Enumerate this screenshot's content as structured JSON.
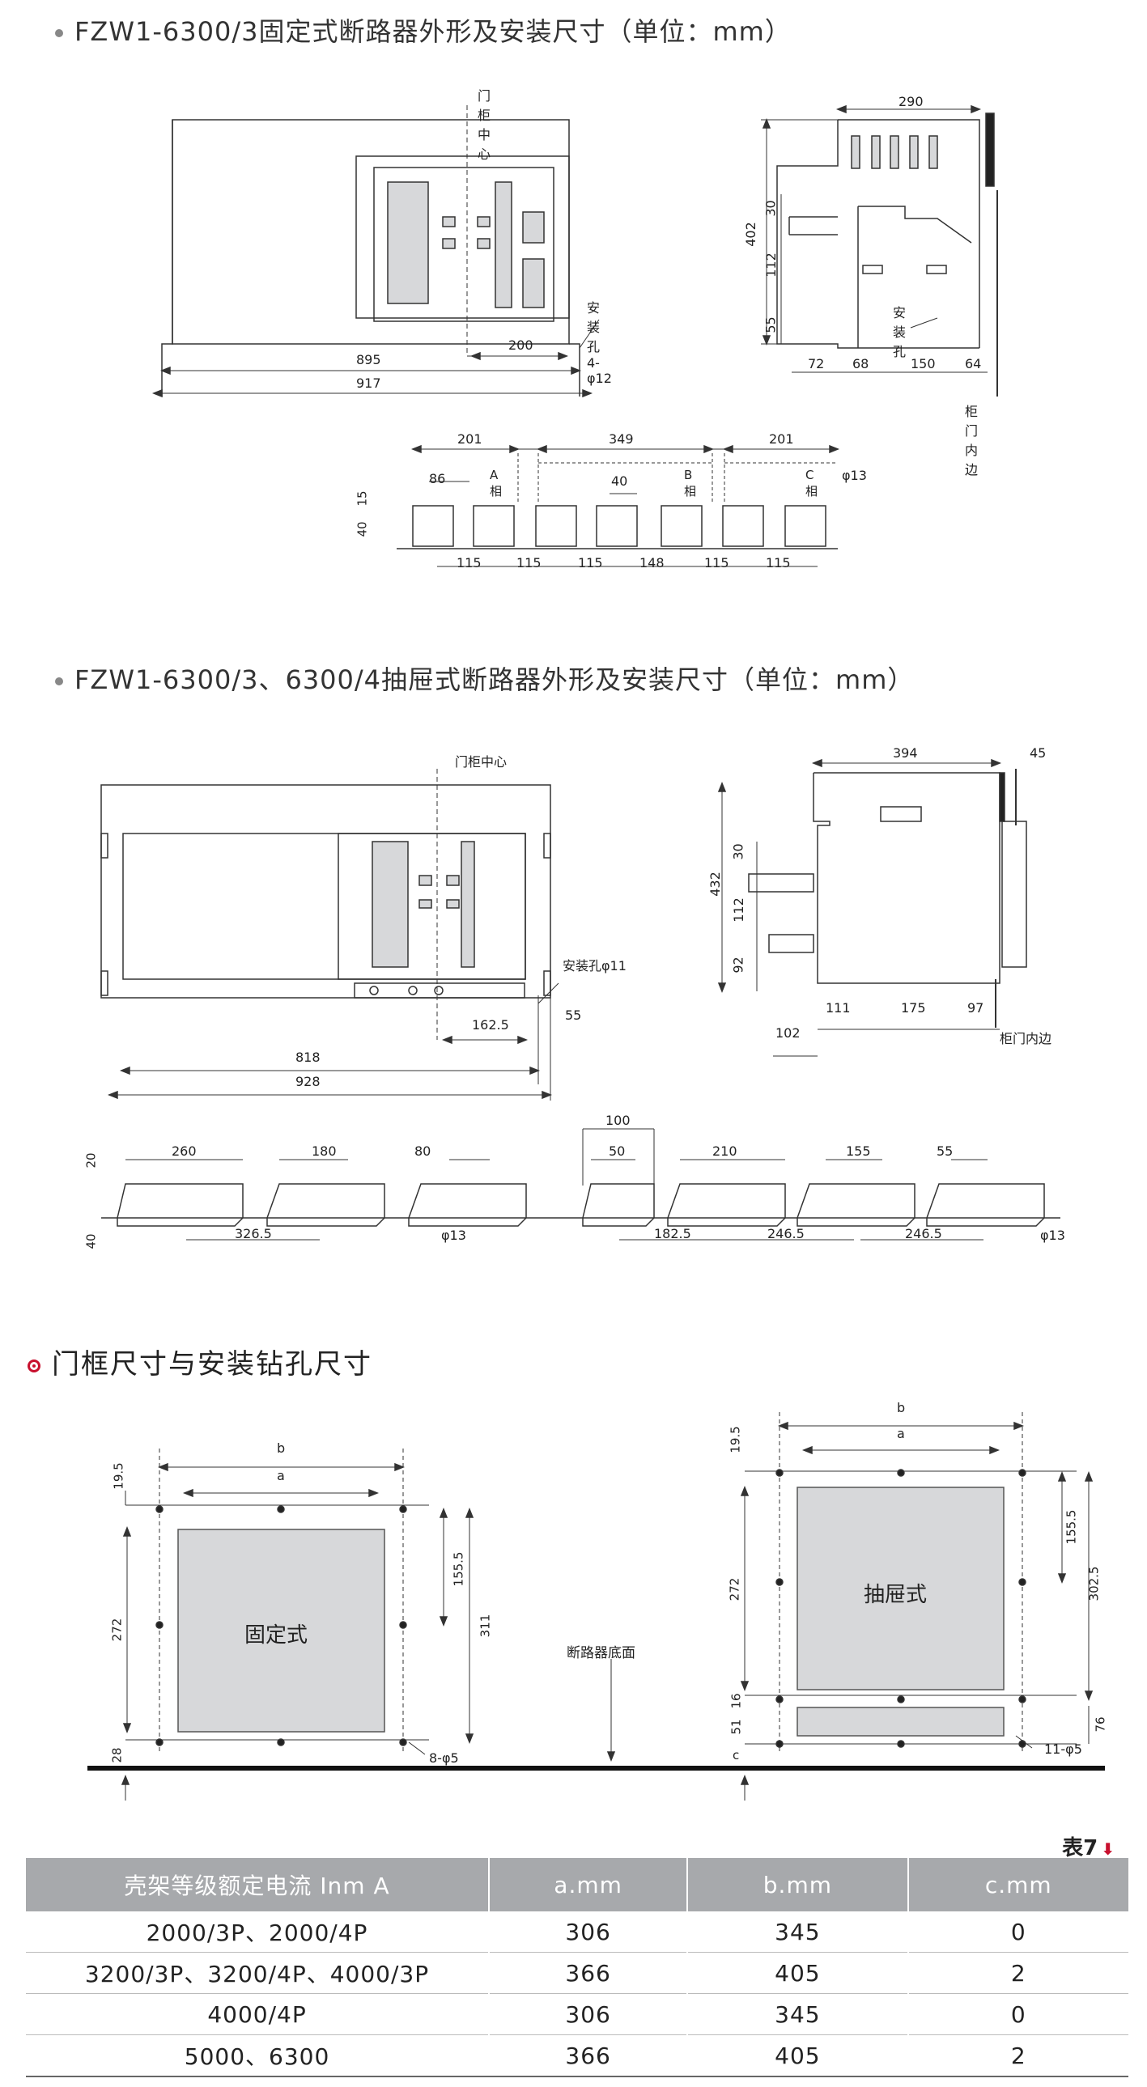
{
  "section1": {
    "title": "FZW1-6300/3固定式断路器外形及安装尺寸（单位：mm）",
    "labels": {
      "door_center": "门柜中心",
      "mount_hole": "安装孔4-φ12",
      "side_mount_hole": "安装孔",
      "door_inner_edge": "柜门内边",
      "phase_a": "A相",
      "phase_b": "B相",
      "phase_c": "C相",
      "phi13": "φ13"
    },
    "dims": {
      "d200": "200",
      "d895": "895",
      "d917": "917",
      "d290": "290",
      "d402": "402",
      "d30": "30",
      "d112": "112",
      "d55": "55",
      "d72": "72",
      "d68": "68",
      "d150": "150",
      "d64": "64",
      "d201a": "201",
      "d349": "349",
      "d201b": "201",
      "d86": "86",
      "d40": "40",
      "d15": "15",
      "d40v": "40",
      "d115a": "115",
      "d115b": "115",
      "d115c": "115",
      "d148": "148",
      "d115d": "115",
      "d115e": "115"
    }
  },
  "section2": {
    "title": "FZW1-6300/3、6300/4抽屉式断路器外形及安装尺寸（单位：mm）",
    "labels": {
      "door_center": "门柜中心",
      "mount_hole": "安装孔φ11",
      "door_inner_edge": "柜门内边",
      "phi13a": "φ13",
      "phi13b": "φ13"
    },
    "dims": {
      "d162_5": "162.5",
      "d55": "55",
      "d818": "818",
      "d928": "928",
      "d394": "394",
      "d45": "45",
      "d432": "432",
      "d30": "30",
      "d112": "112",
      "d92": "92",
      "d111": "111",
      "d175": "175",
      "d97": "97",
      "d102": "102",
      "d20": "20",
      "d40": "40",
      "d260": "260",
      "d180": "180",
      "d80": "80",
      "d100": "100",
      "d50": "50",
      "d210": "210",
      "d155": "155",
      "d55b": "55",
      "d326_5": "326.5",
      "d182_5": "182.5",
      "d246_5a": "246.5",
      "d246_5b": "246.5"
    }
  },
  "section3": {
    "title": "门框尺寸与安装钻孔尺寸",
    "labels": {
      "fixed": "固定式",
      "drawer": "抽屉式",
      "breaker_bottom": "断路器底面",
      "holes8": "8-φ5",
      "holes11": "11-φ5",
      "a": "a",
      "b": "b",
      "c": "c"
    },
    "dims": {
      "l19_5": "19.5",
      "l272": "272",
      "l28": "28",
      "l155_5": "155.5",
      "l311": "311",
      "r19_5": "19.5",
      "r272": "272",
      "r16": "16",
      "r51": "51",
      "r155_5": "155.5",
      "r302_5": "302.5",
      "r76": "76"
    }
  },
  "table": {
    "caption": "表7",
    "headers": [
      "壳架等级额定电流 Inm  A",
      "a.mm",
      "b.mm",
      "c.mm"
    ],
    "rows": [
      [
        "2000/3P、2000/4P",
        "306",
        "345",
        "0"
      ],
      [
        "3200/3P、3200/4P、4000/3P",
        "366",
        "405",
        "2"
      ],
      [
        "4000/4P",
        "306",
        "345",
        "0"
      ],
      [
        "5000、6300",
        "366",
        "405",
        "2"
      ]
    ]
  }
}
